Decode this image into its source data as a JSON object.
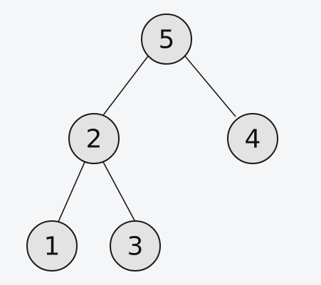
{
  "tree": {
    "nodes": [
      {
        "id": "n5",
        "label": "5"
      },
      {
        "id": "n2",
        "label": "2"
      },
      {
        "id": "n4",
        "label": "4"
      },
      {
        "id": "n1",
        "label": "1"
      },
      {
        "id": "n3",
        "label": "3"
      }
    ],
    "edges": [
      {
        "from": "n5",
        "to": "n2"
      },
      {
        "from": "n5",
        "to": "n4"
      },
      {
        "from": "n2",
        "to": "n1"
      },
      {
        "from": "n2",
        "to": "n3"
      }
    ]
  }
}
